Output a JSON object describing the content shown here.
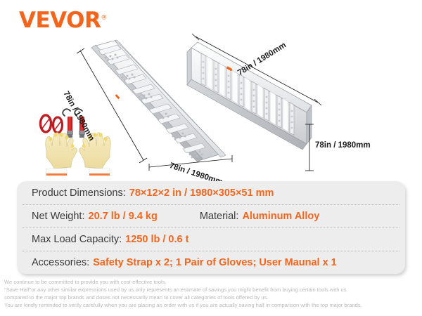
{
  "brand": {
    "name": "VEVOR",
    "registered_mark": "®"
  },
  "product_illustration": {
    "left_ramp": {
      "name": "aluminum-ramp-top-view",
      "length_label": "78in / 1980mm",
      "width_label": "78in / 1980mm"
    },
    "right_ramp": {
      "name": "aluminum-ramp-underside-view",
      "length_label": "78in / 1980mm",
      "height_label": "78in / 1980mm"
    },
    "accessories": {
      "straps": "safety-strap-with-s-hook",
      "strap_count": 2,
      "gloves": "pair-of-work-gloves"
    }
  },
  "specs": {
    "rows": [
      {
        "label": "Product Dimensions:",
        "value": "78×12×2 in / 1980×305×51 mm"
      },
      {
        "label": "Net Weight:",
        "value": "20.7 lb / 9.4 kg",
        "label2": "Material:",
        "value2": "Aluminum Alloy"
      },
      {
        "label": "Max Load Capacity:",
        "value": "1250 lb / 0.6 t"
      },
      {
        "label": "Accessories:",
        "value": "Safety Strap x 2;  1 Pair of Gloves;  User Maunal x 1"
      }
    ]
  },
  "disclaimer": {
    "line1": "We continue to be committed to provide you with cost-effective tools.",
    "line2": "\"Save Half\"or any other similar expressions used by us only represents an estimate of savings you might benefit from buying certain tools with us",
    "line3": "compared to the major top brands and doses not necessarily mean to cover all categories of tools offered by us.",
    "line4": "You are kindly reminded to verify carefully when you are placing an order with us if you are actually saving half in comparison with the top major brands."
  },
  "colors": {
    "brand_orange": "#F4651C",
    "label_gray": "#3A3A3A",
    "panel_gray": "#EDEDED",
    "disclaimer_gray": "#B9B9B9",
    "strap_red": "#D8222A",
    "glove_cream": "#F2E2A8"
  }
}
